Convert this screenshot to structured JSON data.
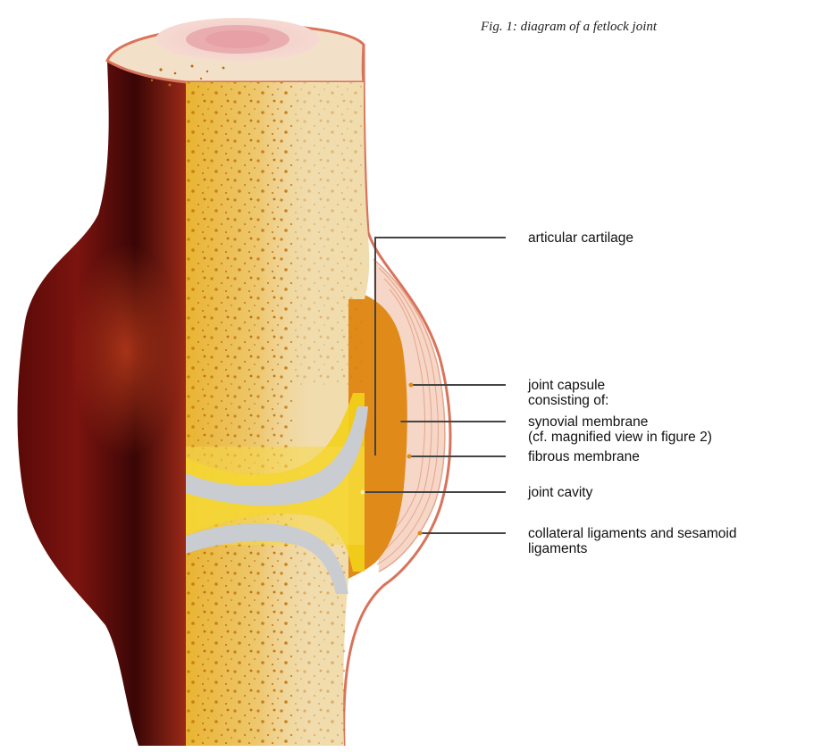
{
  "figure": {
    "caption": "Fig. 1: diagram of a fetlock joint",
    "labels": {
      "articular_cartilage": "articular cartilage",
      "joint_capsule": "joint capsule",
      "consisting_of": "consisting of:",
      "synovial_membrane": "synovial membrane",
      "synovial_note": "(cf. magnified view in figure 2)",
      "fibrous_membrane": "fibrous membrane",
      "joint_cavity": "joint cavity",
      "collateral_ligaments": "collateral ligaments and sesamoid",
      "collateral_ligaments_cont": "ligaments"
    }
  },
  "colors": {
    "bone": "#f1dcae",
    "marrow": "#e9b432",
    "skin_dark": "#3a0606",
    "skin_mid": "#8e1b12",
    "outline": "#d9735a",
    "cartilage": "#c9ccd0",
    "cavity": "#f3d11a",
    "synovial": "#e08a1a",
    "leader": "#444444"
  }
}
